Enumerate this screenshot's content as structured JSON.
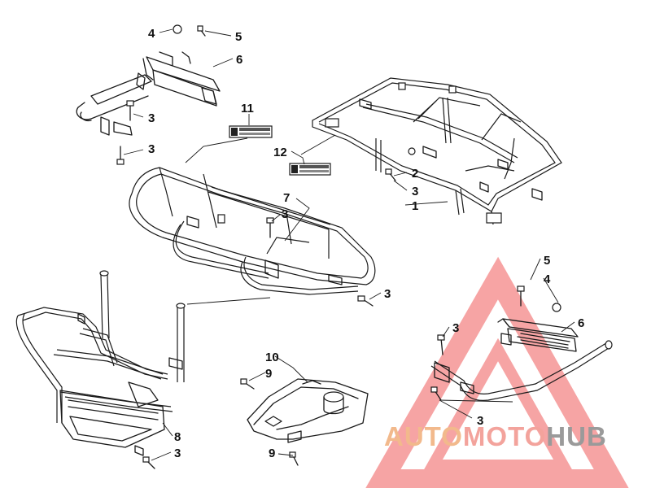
{
  "diagram": {
    "callouts": [
      {
        "id": "c4a",
        "text": "4"
      },
      {
        "id": "c5a",
        "text": "5"
      },
      {
        "id": "c6a",
        "text": "6"
      },
      {
        "id": "c3a",
        "text": "3"
      },
      {
        "id": "c3b",
        "text": "3"
      },
      {
        "id": "c11",
        "text": "11"
      },
      {
        "id": "c12",
        "text": "12"
      },
      {
        "id": "c2",
        "text": "2"
      },
      {
        "id": "c3c",
        "text": "3"
      },
      {
        "id": "c1",
        "text": "1"
      },
      {
        "id": "c7",
        "text": "7"
      },
      {
        "id": "c3d",
        "text": "3"
      },
      {
        "id": "c3e",
        "text": "3"
      },
      {
        "id": "c5b",
        "text": "5"
      },
      {
        "id": "c4b",
        "text": "4"
      },
      {
        "id": "c6b",
        "text": "6"
      },
      {
        "id": "c3f",
        "text": "3"
      },
      {
        "id": "c10",
        "text": "10"
      },
      {
        "id": "c9a",
        "text": "9"
      },
      {
        "id": "c8",
        "text": "8"
      },
      {
        "id": "c3g",
        "text": "3"
      },
      {
        "id": "c9b",
        "text": "9"
      },
      {
        "id": "c3h",
        "text": "3"
      }
    ]
  },
  "watermark": {
    "text_auto": "AUTO",
    "text_moto": "MOTO",
    "text_hub": "HUB",
    "color_auto": "#f2b98c",
    "color_moto": "#f3a39c",
    "color_hub": "#9a9a9a",
    "triangle_color": "#f05a5a"
  }
}
